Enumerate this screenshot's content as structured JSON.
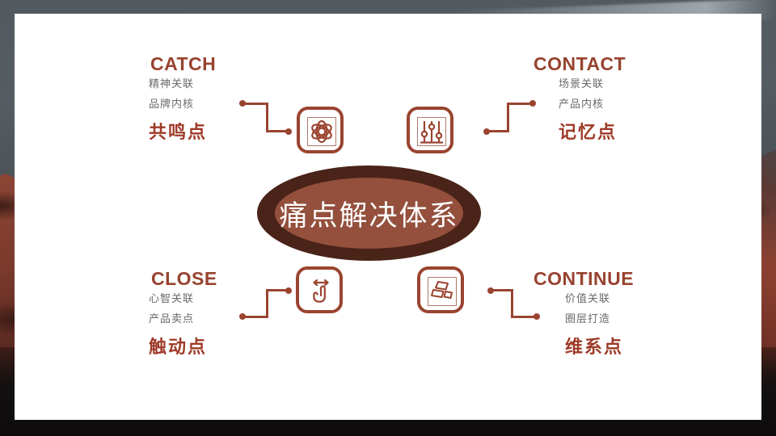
{
  "slide": {
    "center": {
      "title": "痛点解决体系",
      "outer_ring_color": "#4a2319",
      "inner_fill_color": "#94503d",
      "text_color": "#ffffff"
    },
    "accent_color": "#9a4430",
    "title_color": "#97432f",
    "key_color": "#9e3a28",
    "sub_color": "#6a6a6a",
    "card_color": "#ffffff",
    "quadrants": [
      {
        "id": "catch",
        "title": "CATCH",
        "sub_lines": [
          "精神关联",
          "品牌内核"
        ],
        "key": "共鸣点",
        "icon": "atom-icon"
      },
      {
        "id": "contact",
        "title": "CONTACT",
        "sub_lines": [
          "场景关联",
          "产品内核"
        ],
        "key": "记忆点",
        "icon": "sliders-icon"
      },
      {
        "id": "close",
        "title": "CLOSE",
        "sub_lines": [
          "心智关联",
          "产品卖点"
        ],
        "key": "触动点",
        "icon": "swipe-hand-icon"
      },
      {
        "id": "continue",
        "title": "CONTINUE",
        "sub_lines": [
          "价值关联",
          "圈层打造"
        ],
        "key": "维系点",
        "icon": "gold-bars-icon"
      }
    ]
  }
}
